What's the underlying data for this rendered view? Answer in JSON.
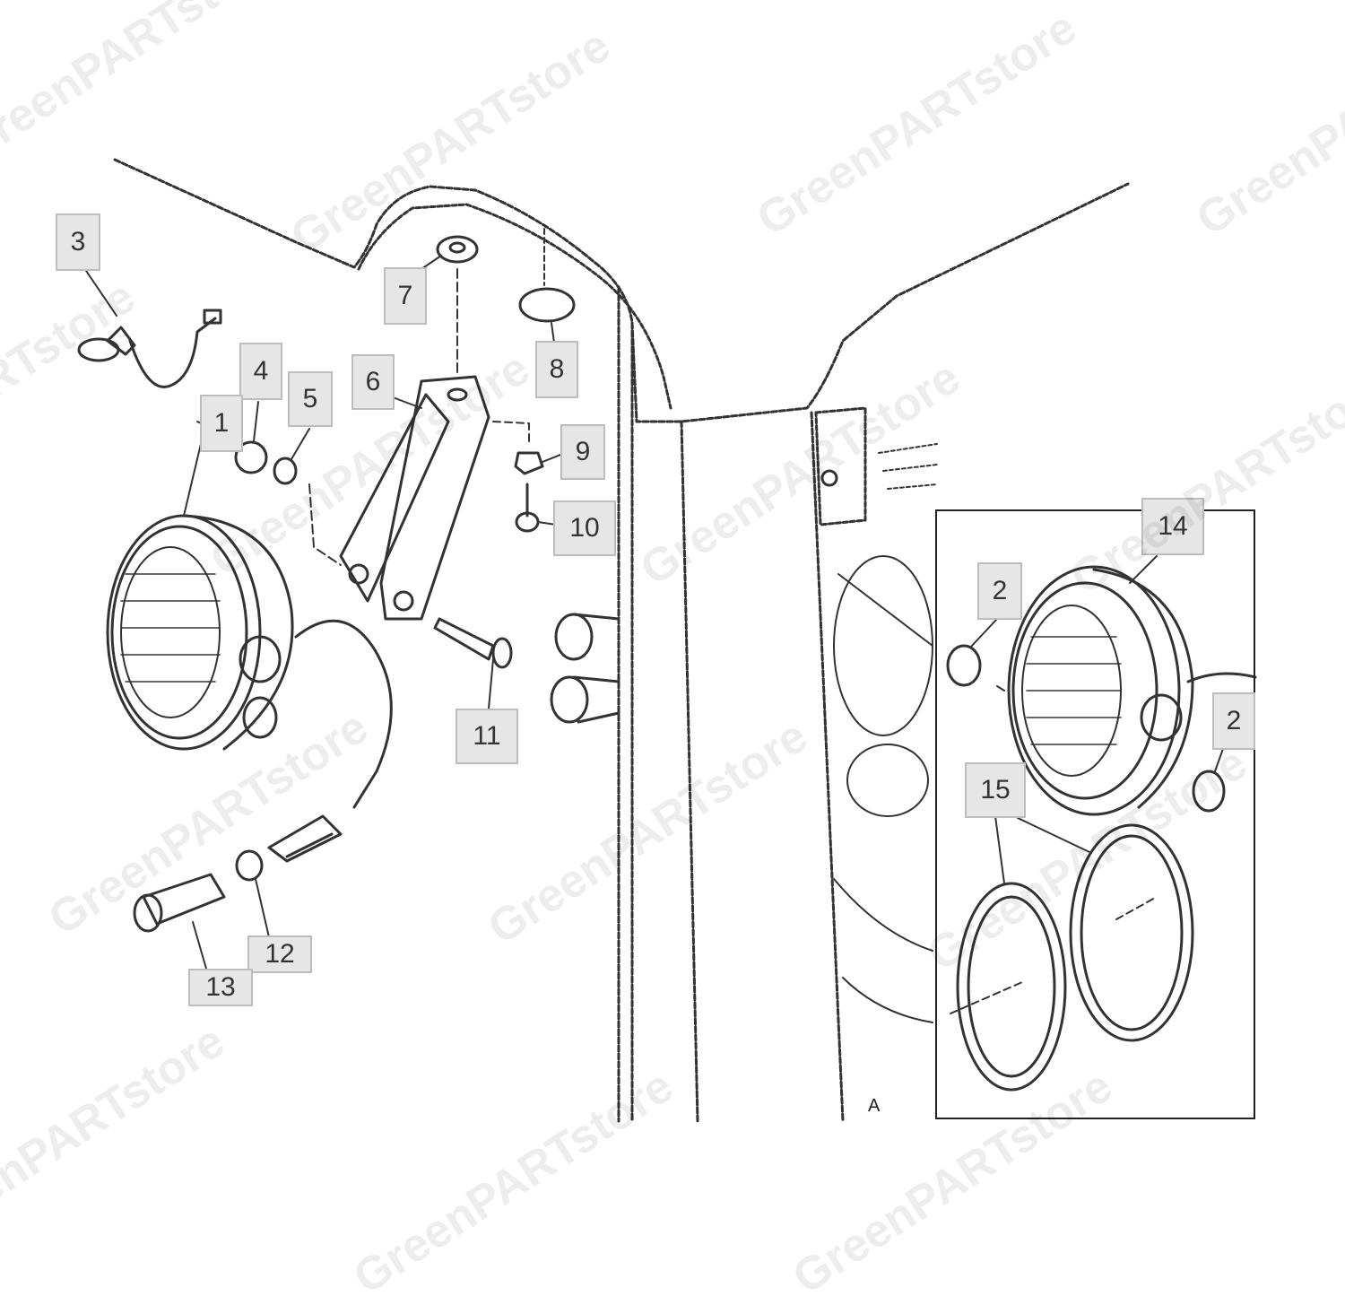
{
  "diagram": {
    "callouts": [
      {
        "id": "3",
        "label": "3"
      },
      {
        "id": "7",
        "label": "7"
      },
      {
        "id": "8",
        "label": "8"
      },
      {
        "id": "4",
        "label": "4"
      },
      {
        "id": "5",
        "label": "5"
      },
      {
        "id": "6",
        "label": "6"
      },
      {
        "id": "1",
        "label": "1"
      },
      {
        "id": "9",
        "label": "9"
      },
      {
        "id": "10",
        "label": "10"
      },
      {
        "id": "11",
        "label": "11"
      },
      {
        "id": "12",
        "label": "12"
      },
      {
        "id": "13",
        "label": "13"
      },
      {
        "id": "14",
        "label": "14"
      },
      {
        "id": "2a",
        "label": "2"
      },
      {
        "id": "2b",
        "label": "2"
      },
      {
        "id": "15",
        "label": "15"
      }
    ],
    "view_marker": "A",
    "watermark": "GreenPARTstore"
  },
  "colors": {
    "line": "#333333",
    "callout_fill": "#e6e6e6",
    "callout_border": "#bdbdbd"
  }
}
